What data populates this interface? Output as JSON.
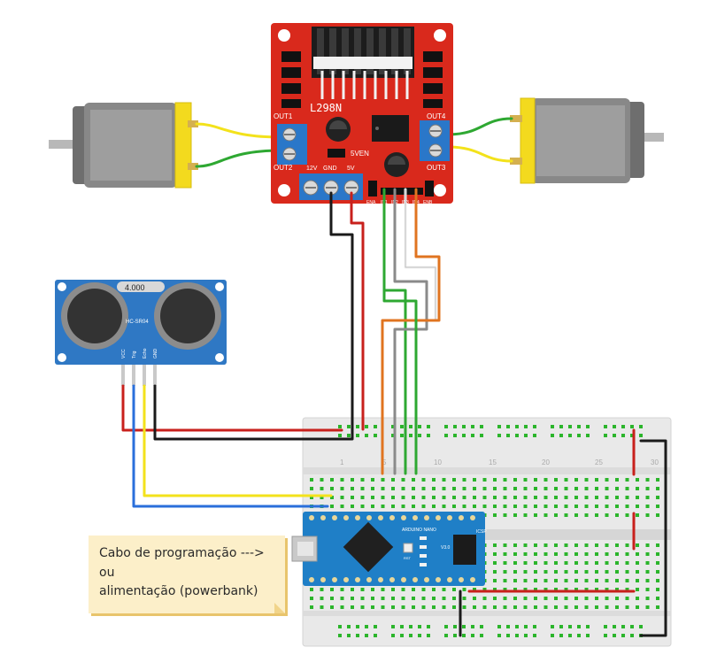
{
  "driver": {
    "name": "L298N",
    "out1": "OUT1",
    "out2": "OUT2",
    "out3": "OUT3",
    "out4": "OUT4",
    "v12": "12V",
    "gnd": "GND",
    "v5": "5V",
    "v5en": "5VEN",
    "ena": "ENA",
    "enb": "ENB",
    "in1": "IN1",
    "in2": "IN2",
    "in3": "IN3",
    "in4": "IN4"
  },
  "sensor": {
    "name": "HC-SR04",
    "display": "4.000",
    "pins": [
      "VCC",
      "Trig",
      "Echo",
      "GND"
    ]
  },
  "arduino": {
    "name": "ARDUINO NANO",
    "version": "V3.0",
    "icsp": "ICSP",
    "reset": "RST"
  },
  "breadboard": {
    "col_1": "1",
    "col_5": "5",
    "col_10": "10",
    "col_15": "15",
    "col_20": "20",
    "col_25": "25",
    "col_30": "30"
  },
  "note": {
    "line1": "Cabo de programação   --->",
    "line2": "ou",
    "line3": "alimentação (powerbank)"
  },
  "colors": {
    "driver_red": "#d9291c",
    "sensor_blue": "#2f78c4",
    "nano_blue": "#1f7fc7",
    "wire_red": "#c8201c",
    "wire_black": "#1a1a1a",
    "wire_green": "#2ea832",
    "wire_orange": "#e07420",
    "wire_yellow": "#f3e21b",
    "wire_blue": "#2a6fdb",
    "wire_gray": "#8a8a8a",
    "wire_white": "#f2f2f2",
    "motor_yellow": "#f3da1e"
  }
}
